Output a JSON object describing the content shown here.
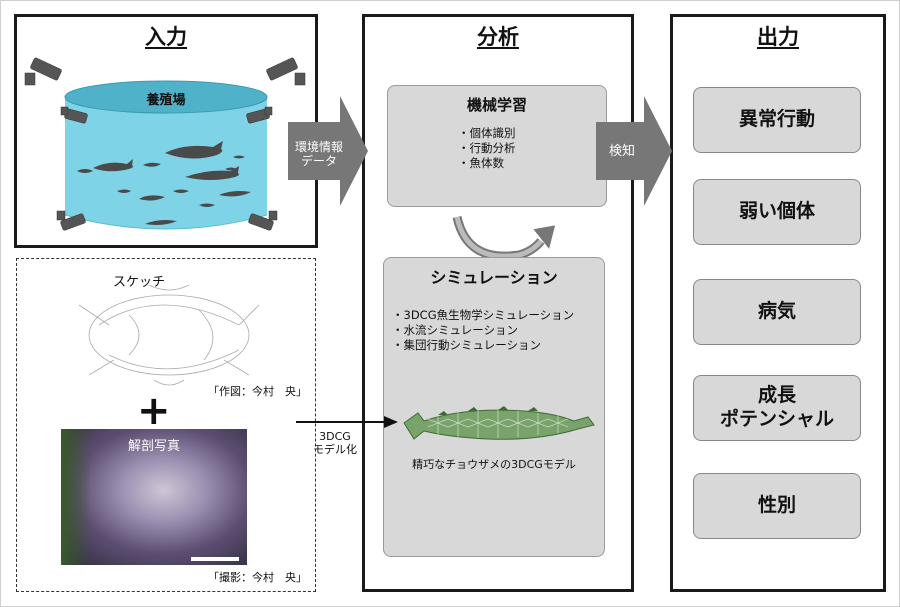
{
  "input": {
    "title": "入力",
    "tank_label": "養殖場",
    "sketch_label": "スケッチ",
    "sketch_credit": "「作図：今村　央」",
    "photo_label": "解剖写真",
    "photo_credit": "「撮影：今村　央」",
    "plus": "+"
  },
  "arrows": {
    "env_data": "環境情報\nデータ",
    "detect": "検知",
    "modeling": "3DCG\nモデル化"
  },
  "analysis": {
    "title": "分析",
    "ml_title": "機械学習",
    "ml_items": [
      "・個体識別",
      "・行動分析",
      "・魚体数"
    ],
    "sim_title": "シミュレーション",
    "sim_items": [
      "・3DCG魚生物学シミュレーション",
      "・水流シミュレーション",
      "・集団行動シミュレーション"
    ],
    "model_caption": "精巧なチョウザメの3DCGモデル"
  },
  "output": {
    "title": "出力",
    "items": [
      "異常行動",
      "弱い個体",
      "病気",
      "成長\nポテンシャル",
      "性別"
    ]
  }
}
